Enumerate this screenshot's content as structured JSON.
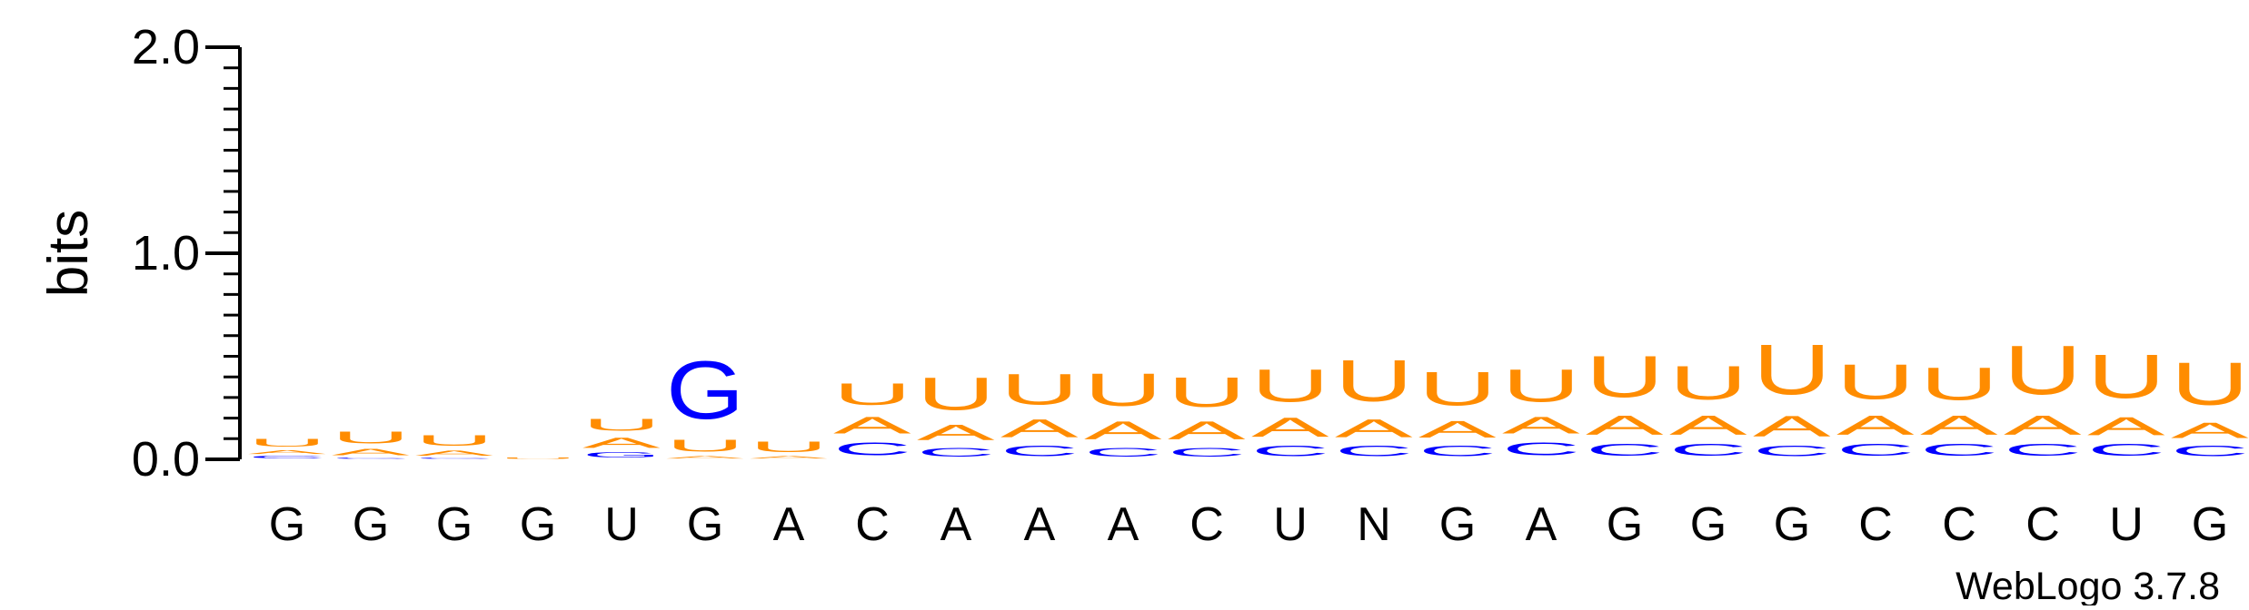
{
  "chart_data": {
    "type": "sequence_logo",
    "ylabel": "bits",
    "ylim": [
      0,
      2.0
    ],
    "yticks": [
      "0.0",
      "1.0",
      "2.0"
    ],
    "x_tick_labels": [
      "G",
      "G",
      "G",
      "G",
      "U",
      "G",
      "A",
      "C",
      "A",
      "A",
      "A",
      "C",
      "U",
      "N",
      "G",
      "A",
      "G",
      "G",
      "G",
      "C",
      "C",
      "C",
      "U",
      "G"
    ],
    "credit": "WebLogo 3.7.8",
    "colors": {
      "U": "#ff8c00",
      "A": "#ff8c00",
      "C": "#0000ff",
      "G": "#0000ff"
    },
    "positions": [
      [
        [
          "U",
          0.06
        ],
        [
          "A",
          0.03
        ],
        [
          "C",
          0.02
        ]
      ],
      [
        [
          "U",
          0.09
        ],
        [
          "A",
          0.05
        ],
        [
          "C",
          0.01
        ]
      ],
      [
        [
          "U",
          0.08
        ],
        [
          "A",
          0.04
        ],
        [
          "C",
          0.01
        ]
      ],
      [
        [
          "U",
          0.01
        ]
      ],
      [
        [
          "U",
          0.09
        ],
        [
          "A",
          0.08
        ],
        [
          "G",
          0.04
        ]
      ],
      [
        [
          "G",
          0.45
        ],
        [
          "U",
          0.09
        ],
        [
          "A",
          0.02
        ]
      ],
      [
        [
          "U",
          0.08
        ],
        [
          "A",
          0.02
        ]
      ],
      [
        [
          "U",
          0.17
        ],
        [
          "A",
          0.13
        ],
        [
          "C",
          0.1
        ]
      ],
      [
        [
          "U",
          0.25
        ],
        [
          "A",
          0.12
        ],
        [
          "C",
          0.07
        ]
      ],
      [
        [
          "U",
          0.24
        ],
        [
          "A",
          0.14
        ],
        [
          "C",
          0.08
        ]
      ],
      [
        [
          "U",
          0.25
        ],
        [
          "A",
          0.14
        ],
        [
          "C",
          0.07
        ]
      ],
      [
        [
          "U",
          0.23
        ],
        [
          "A",
          0.14
        ],
        [
          "C",
          0.07
        ]
      ],
      [
        [
          "U",
          0.25
        ],
        [
          "A",
          0.15
        ],
        [
          "C",
          0.08
        ]
      ],
      [
        [
          "U",
          0.32
        ],
        [
          "A",
          0.14
        ],
        [
          "C",
          0.08
        ]
      ],
      [
        [
          "U",
          0.26
        ],
        [
          "A",
          0.13
        ],
        [
          "C",
          0.08
        ]
      ],
      [
        [
          "U",
          0.25
        ],
        [
          "A",
          0.13
        ],
        [
          "C",
          0.1
        ]
      ],
      [
        [
          "U",
          0.32
        ],
        [
          "A",
          0.15
        ],
        [
          "C",
          0.09
        ]
      ],
      [
        [
          "U",
          0.26
        ],
        [
          "A",
          0.15
        ],
        [
          "C",
          0.09
        ]
      ],
      [
        [
          "U",
          0.39
        ],
        [
          "A",
          0.16
        ],
        [
          "C",
          0.08
        ]
      ],
      [
        [
          "U",
          0.27
        ],
        [
          "A",
          0.15
        ],
        [
          "C",
          0.09
        ]
      ],
      [
        [
          "U",
          0.25
        ],
        [
          "A",
          0.15
        ],
        [
          "C",
          0.09
        ]
      ],
      [
        [
          "U",
          0.38
        ],
        [
          "A",
          0.15
        ],
        [
          "C",
          0.09
        ]
      ],
      [
        [
          "U",
          0.34
        ],
        [
          "A",
          0.14
        ],
        [
          "C",
          0.09
        ]
      ],
      [
        [
          "U",
          0.33
        ],
        [
          "A",
          0.12
        ],
        [
          "C",
          0.08
        ]
      ]
    ]
  }
}
